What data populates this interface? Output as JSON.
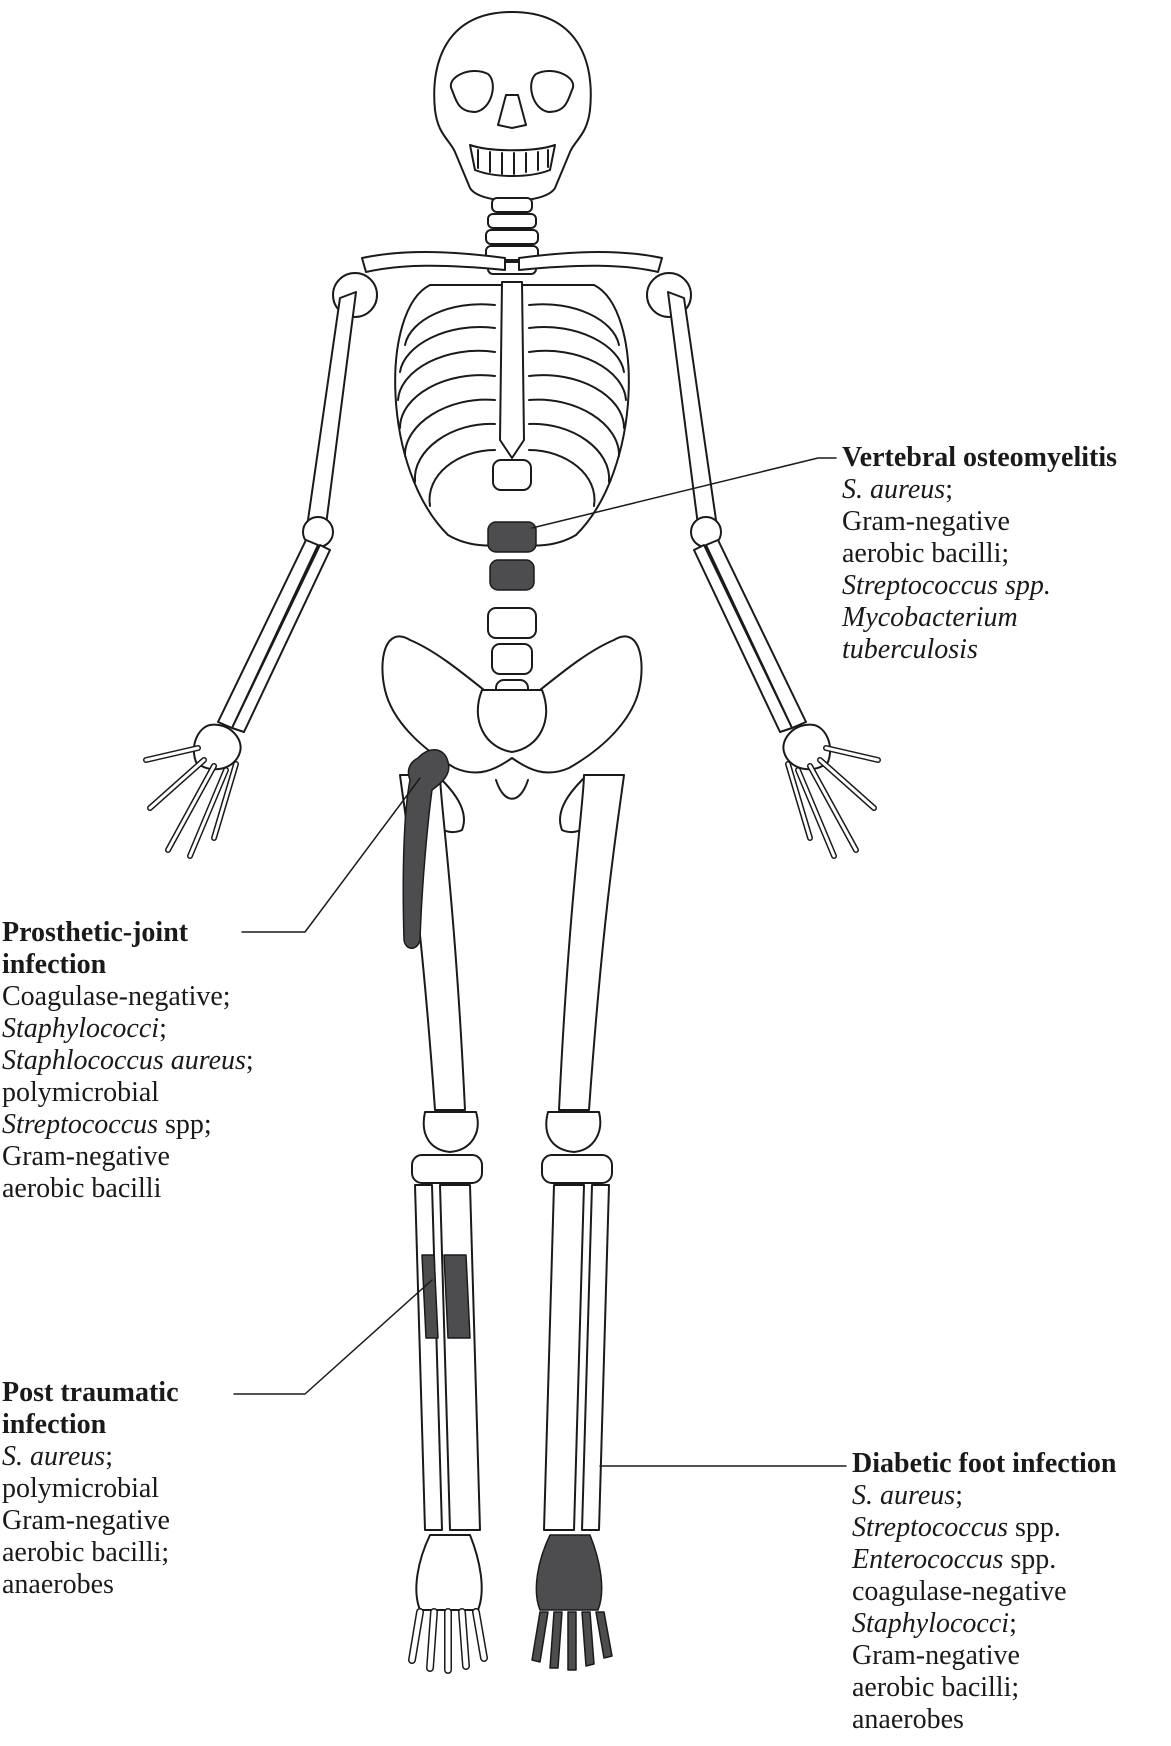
{
  "colors": {
    "outline": "#1a1a1a",
    "infected": "#4d4d4f",
    "bone": "#ffffff"
  },
  "labels": [
    {
      "id": "vertebral",
      "title": "Vertebral osteomyelitis",
      "lines": [
        [
          {
            "t": "S. aureus",
            "i": true
          },
          {
            "t": ";",
            "i": false
          }
        ],
        [
          {
            "t": "Gram-negative",
            "i": false
          }
        ],
        [
          {
            "t": "aerobic bacilli;",
            "i": false
          }
        ],
        [
          {
            "t": "Streptococcus spp.",
            "i": true
          }
        ],
        [
          {
            "t": "Mycobacterium",
            "i": true
          }
        ],
        [
          {
            "t": "tuberculosis",
            "i": true
          }
        ]
      ]
    },
    {
      "id": "prosthetic",
      "title_lines": [
        "Prosthetic-joint",
        "infection"
      ],
      "lines": [
        [
          {
            "t": "Coagulase-negative;",
            "i": false
          }
        ],
        [
          {
            "t": "Staphylococci",
            "i": true
          },
          {
            "t": ";",
            "i": false
          }
        ],
        [
          {
            "t": "Staphlococcus aureus",
            "i": true
          },
          {
            "t": ";",
            "i": false
          }
        ],
        [
          {
            "t": "polymicrobial",
            "i": false
          }
        ],
        [
          {
            "t": "Streptococcus",
            "i": true
          },
          {
            "t": " spp;",
            "i": false
          }
        ],
        [
          {
            "t": "Gram-negative",
            "i": false
          }
        ],
        [
          {
            "t": "aerobic bacilli",
            "i": false
          }
        ]
      ]
    },
    {
      "id": "posttraumatic",
      "title_lines": [
        "Post traumatic",
        "infection"
      ],
      "lines": [
        [
          {
            "t": "S. aureus",
            "i": true
          },
          {
            "t": ";",
            "i": false
          }
        ],
        [
          {
            "t": "polymicrobial",
            "i": false
          }
        ],
        [
          {
            "t": "Gram-negative",
            "i": false
          }
        ],
        [
          {
            "t": "aerobic bacilli;",
            "i": false
          }
        ],
        [
          {
            "t": "anaerobes",
            "i": false
          }
        ]
      ]
    },
    {
      "id": "diabetic",
      "title": "Diabetic foot infection",
      "lines": [
        [
          {
            "t": "S. aureus",
            "i": true
          },
          {
            "t": ";",
            "i": false
          }
        ],
        [
          {
            "t": "Streptococcus",
            "i": true
          },
          {
            "t": " spp.",
            "i": false
          }
        ],
        [
          {
            "t": "Enterococcus",
            "i": true
          },
          {
            "t": " spp.",
            "i": false
          }
        ],
        [
          {
            "t": "coagulase-negative",
            "i": false
          }
        ],
        [
          {
            "t": "Staphylococci",
            "i": true
          },
          {
            "t": ";",
            "i": false
          }
        ],
        [
          {
            "t": "Gram-negative",
            "i": false
          }
        ],
        [
          {
            "t": "aerobic bacilli;",
            "i": false
          }
        ],
        [
          {
            "t": "anaerobes",
            "i": false
          }
        ]
      ]
    }
  ]
}
